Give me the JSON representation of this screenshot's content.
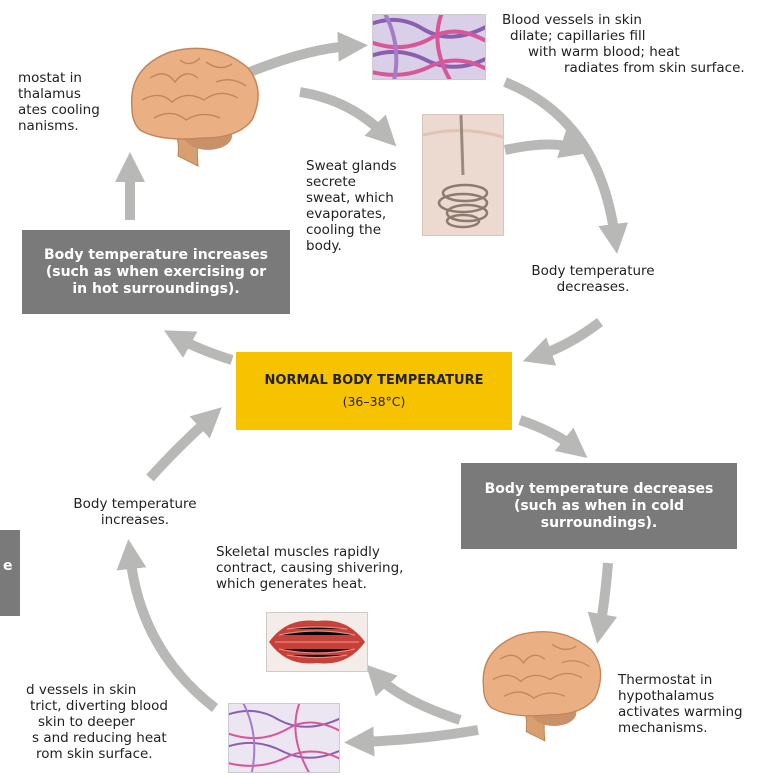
{
  "top_boxes": {
    "increase_box": [
      "Body temperature increases",
      "(such as when exercising or",
      "in hot surroundings)."
    ],
    "decrease_box": [
      "Body temperature decreases",
      "(such as when in cold",
      "surroundings)."
    ],
    "side_box_fragment": "e"
  },
  "center": {
    "title": "NORMAL BODY TEMPERATURE",
    "range": "(36–38°C)"
  },
  "labels": {
    "thermostat_cooling": [
      "mostat in",
      "thalamus",
      "ates cooling",
      "nanisms."
    ],
    "blood_vessels_dilate": [
      "Blood vessels in skin",
      "dilate; capillaries fill",
      "with warm blood; heat",
      "radiates from skin surface."
    ],
    "sweat_glands": [
      "Sweat glands",
      "secrete",
      "sweat, which",
      "evaporates,",
      "cooling the",
      "body."
    ],
    "temp_decreases": [
      "Body temperature",
      "decreases."
    ],
    "temp_increases": [
      "Body temperature",
      "increases."
    ],
    "skeletal_muscles": [
      "Skeletal muscles rapidly",
      "contract, causing shivering,",
      "which generates heat."
    ],
    "thermostat_warming": [
      "Thermostat in",
      "hypothalamus",
      "activates warming",
      "mechanisms."
    ],
    "blood_vessels_constrict": [
      "d vessels in skin",
      "trict, diverting blood",
      "skin to deeper",
      "s and reducing heat",
      "rom skin surface."
    ]
  },
  "colors": {
    "arrow": "#b8b9b6",
    "gray_box": "#7a7a7a",
    "center_box": "#f7c300",
    "brain": "#e8a878",
    "vessel_purple": "#8a5fae",
    "vessel_pink": "#d6579a",
    "muscle": "#c8403a"
  },
  "icons": [
    "brain-illustration",
    "blood-vessel-illustration",
    "sweat-gland-illustration",
    "muscle-illustration"
  ]
}
